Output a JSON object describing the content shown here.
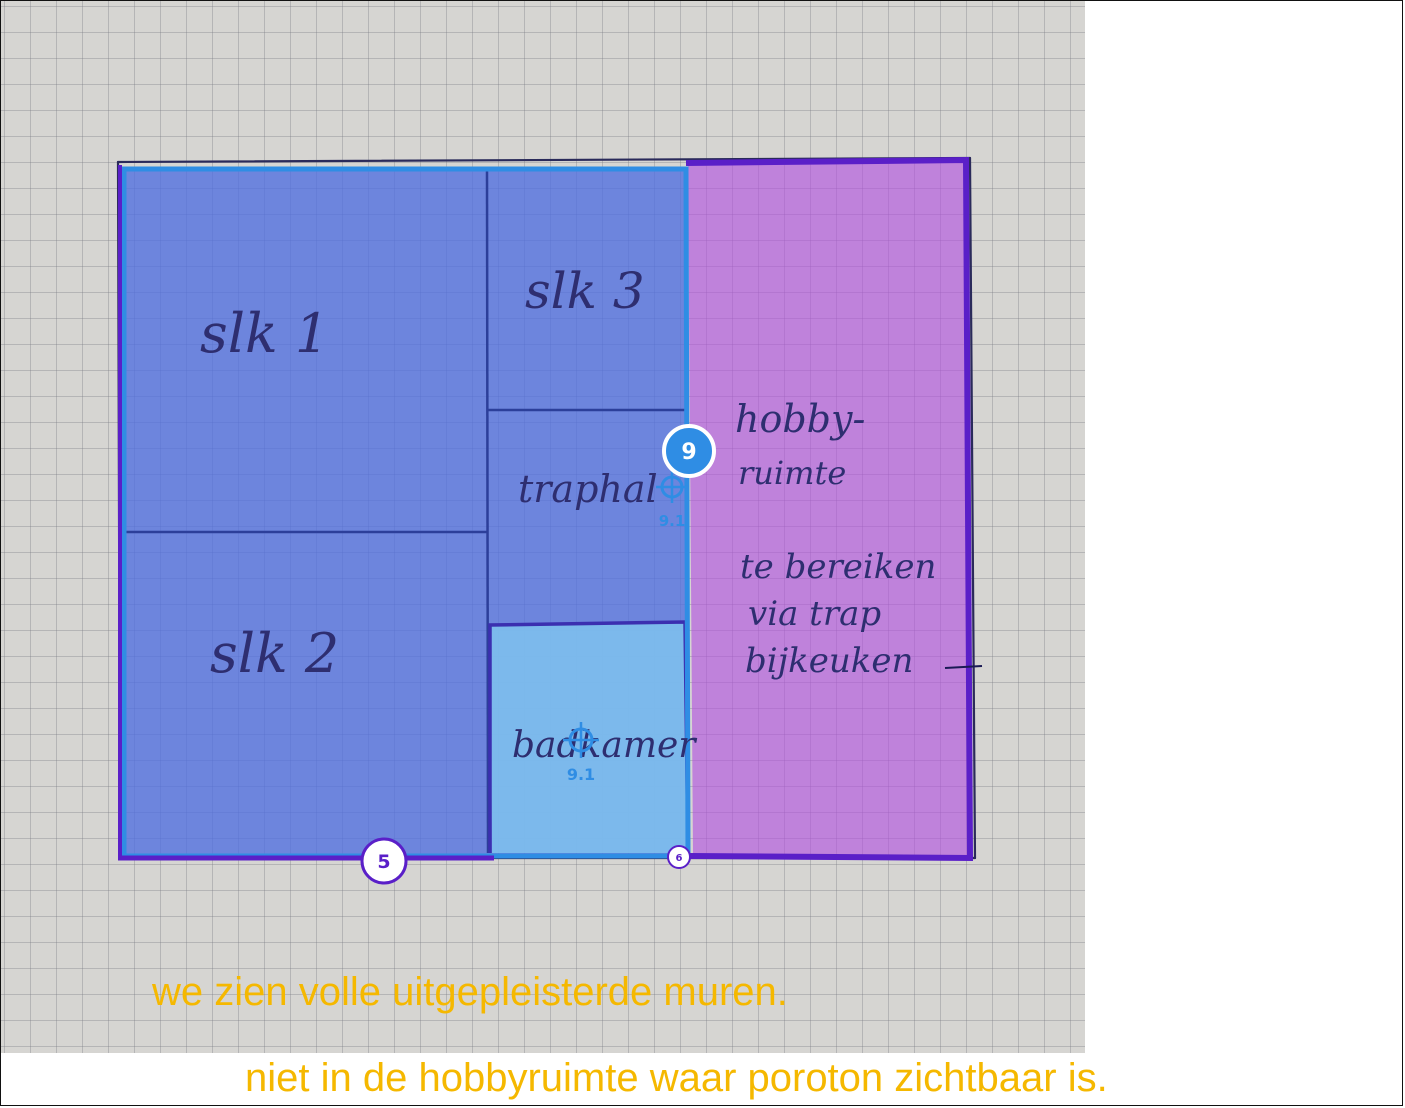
{
  "floor_plan": {
    "rooms": {
      "slk1": "slk 1",
      "slk2": "slk 2",
      "slk3": "slk 3",
      "traphal": "traphal",
      "badkamer": "badkamer",
      "hobby_1": "hobby-",
      "hobby_2": "ruimte",
      "hobby_3": "te bereiken",
      "hobby_4": "via trap",
      "hobby_5": "bijkeuken"
    },
    "markers": {
      "badge_9": "9",
      "badge_5": "5",
      "badge_6": "6",
      "marker_traphal": "9.1",
      "marker_badkamer": "9.1"
    },
    "colors": {
      "zone_blue": "#4f6ee0",
      "zone_purple": "#b24fe0",
      "zone_badkamer": "#7ec0ee",
      "outline_dark": "#5a1fc8",
      "outline_light": "#2f8de4",
      "caption": "#f5b800"
    }
  },
  "captions": {
    "line1": "we zien volle uitgepleisterde muren.",
    "line2": "niet in de hobbyruimte waar poroton zichtbaar is."
  }
}
